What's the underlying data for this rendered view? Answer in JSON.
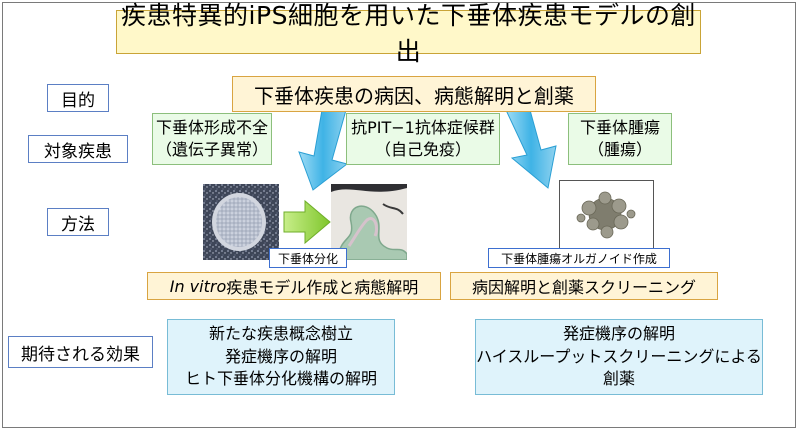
{
  "title": "疾患特異的iPS細胞を用いた下垂体疾患モデルの創出",
  "labels": {
    "purpose": "目的",
    "target_disease": "対象疾患",
    "method": "方法",
    "expected_effect": "期待される効果"
  },
  "purpose_text": "下垂体疾患の病因、病態解明と創薬",
  "diseases": [
    {
      "line1": "下垂体形成不全",
      "line2": "（遺伝子異常）"
    },
    {
      "line1": "抗PIT−1抗体症候群",
      "line2": "（自己免疫）"
    },
    {
      "line1": "下垂体腫瘍",
      "line2": "（腫瘍）"
    }
  ],
  "captions": {
    "differentiation": "下垂体分化",
    "organoid": "下垂体腫瘍オルガノイド作成"
  },
  "methods": {
    "in_vitro_italic": "In vitro",
    "in_vitro_rest": " 疾患モデル作成と病態解明",
    "screening": "病因解明と創薬スクリーニング"
  },
  "effects_left": [
    "新たな疾患概念樹立",
    "発症機序の解明",
    "ヒト下垂体分化機構の解明"
  ],
  "effects_right": [
    "発症機序の解明",
    "ハイスループットスクリーニングによる",
    "創薬"
  ],
  "colors": {
    "title_bg": "#fff8c9",
    "purpose_bg": "#fff4d6",
    "disease_bg": "#eafbe7",
    "effect_bg": "#dff3fb",
    "arrow_blue": "#3fb3e6",
    "arrow_green": "#8fd13a"
  },
  "icons": [
    "down-arrow-icon",
    "right-arrow-icon",
    "micrograph-image",
    "organoid-image"
  ]
}
